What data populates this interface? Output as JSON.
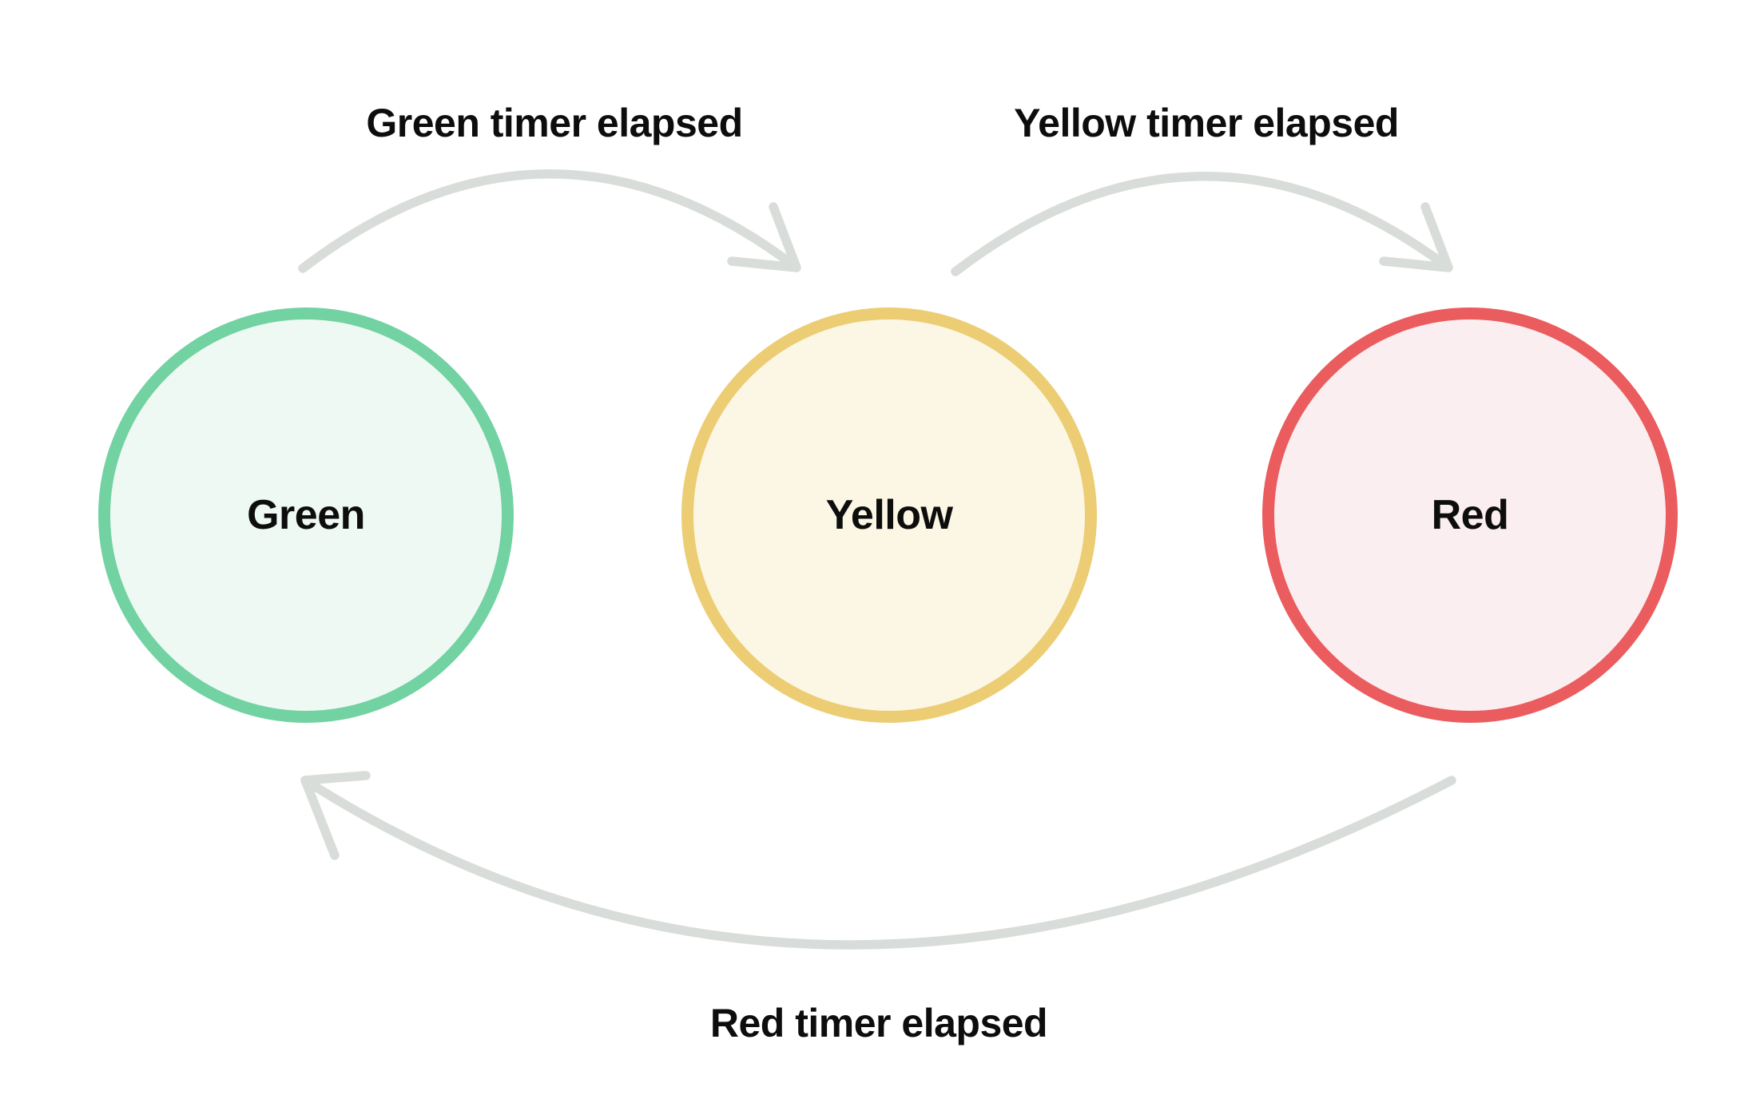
{
  "diagram": {
    "kind": "state-machine",
    "background_color": "#FFFFFF",
    "arrow_color": "#D9DDDA",
    "text_color": "#0D0D0D",
    "states": [
      {
        "id": "green",
        "label": "Green",
        "border_color": "#72D2A1",
        "fill_color": "#EEF9F3"
      },
      {
        "id": "yellow",
        "label": "Yellow",
        "border_color": "#ECCD74",
        "fill_color": "#FCF7E4"
      },
      {
        "id": "red",
        "label": "Red",
        "border_color": "#EA5C5E",
        "fill_color": "#FBEEF0"
      }
    ],
    "transitions": [
      {
        "from": "green",
        "to": "yellow",
        "label": "Green timer elapsed"
      },
      {
        "from": "yellow",
        "to": "red",
        "label": "Yellow timer elapsed"
      },
      {
        "from": "red",
        "to": "green",
        "label": "Red timer elapsed"
      }
    ]
  }
}
